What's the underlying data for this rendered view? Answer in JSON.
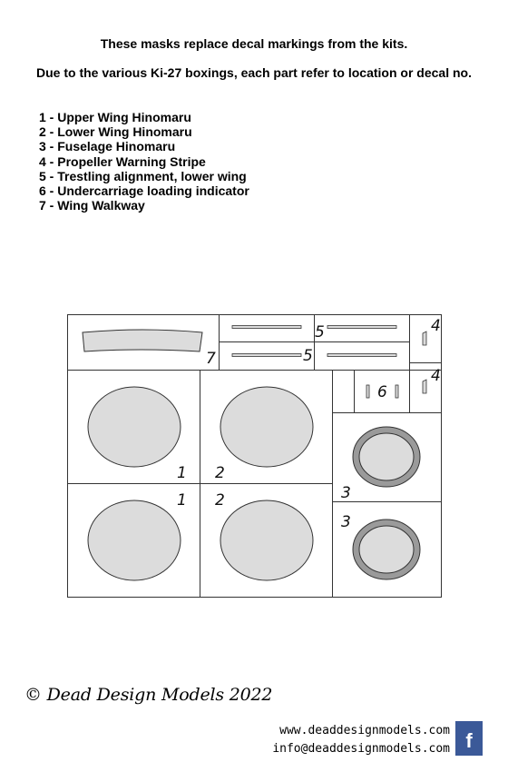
{
  "header": {
    "line1": "These masks replace decal markings from the kits.",
    "line2": "Due to the various Ki-27 boxings, each part refer to location or decal no."
  },
  "legend": [
    "1 - Upper Wing Hinomaru",
    "2 - Lower Wing Hinomaru",
    "3 - Fuselage Hinomaru",
    "4 - Propeller Warning Stripe",
    "5 - Trestling alignment, lower wing",
    "6 - Undercarriage loading indicator",
    "7 - Wing Walkway"
  ],
  "mask_numbers": {
    "walkway": "7",
    "trestle_top": "5",
    "trestle_bottom": "5",
    "prop_top": "4",
    "prop_bottom": "4",
    "undercarriage": "6",
    "upper_left": "1",
    "upper_right": "2",
    "lower_left": "1",
    "lower_right": "2",
    "fuselage_top": "3",
    "fuselage_bottom": "3"
  },
  "colors": {
    "mask_fill": "#dcdcdc",
    "ring_fill": "#9a9a9a",
    "facebook": "#3b5998"
  },
  "footer": {
    "copyright": "© Dead Design Models 2022",
    "website": "www.deaddesignmodels.com",
    "email": "info@deaddesignmodels.com",
    "social_icon": "facebook-icon",
    "social_glyph": "f"
  }
}
